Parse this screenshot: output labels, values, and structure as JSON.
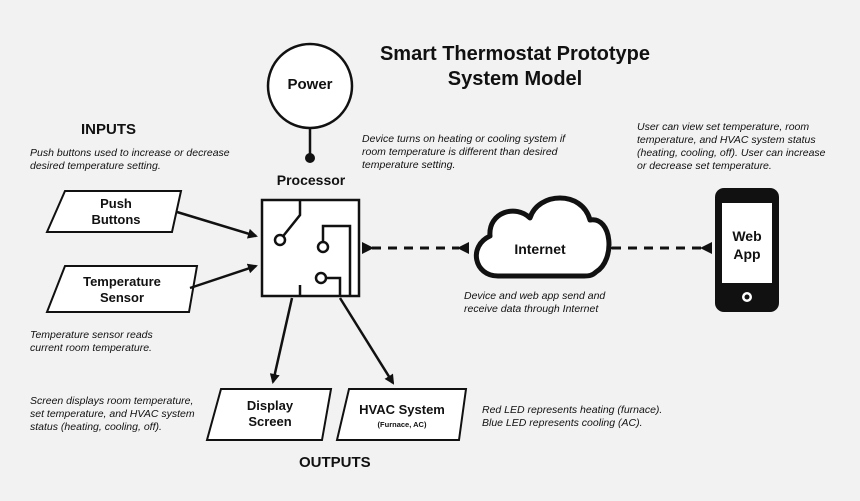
{
  "title_line1": "Smart Thermostat Prototype",
  "title_line2": "System Model",
  "power_label": "Power",
  "processor_label": "Processor",
  "inputs_heading": "INPUTS",
  "outputs_heading": "OUTPUTS",
  "push_buttons_note": "Push buttons used to increase or decrease desired temperature setting.",
  "push_buttons_label_line1": "Push",
  "push_buttons_label_line2": "Buttons",
  "temp_sensor_label_line1": "Temperature",
  "temp_sensor_label_line2": "Sensor",
  "temp_sensor_note": "Temperature sensor reads current room temperature.",
  "screen_note": "Screen displays room temperature, set temperature, and HVAC system status (heating, cooling, off).",
  "display_label_line1": "Display",
  "display_label_line2": "Screen",
  "hvac_label": "HVAC System",
  "hvac_sublabel": "(Furnace, AC)",
  "led_note_line1": "Red LED represents heating (furnace).",
  "led_note_line2": "Blue LED represents cooling (AC).",
  "processor_note": "Device turns on heating or cooling system if room temperature is different than desired temperature setting.",
  "internet_label": "Internet",
  "internet_note": "Device and web app send and receive data through Internet",
  "webapp_note": "User can view set temperature, room temperature, and HVAC system status (heating, cooling, off). User can increase or decrease set temperature.",
  "webapp_label_line1": "Web",
  "webapp_label_line2": "App",
  "colors": {
    "background": "#f2f2f2",
    "ink": "#111111",
    "fill": "#ffffff"
  }
}
